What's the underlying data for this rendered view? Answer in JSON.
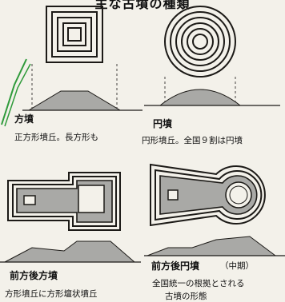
{
  "title": "主な古墳の種類",
  "panels": {
    "square": {
      "name": "方墳",
      "description": "正方形墳丘。長方形も"
    },
    "round": {
      "name": "円墳",
      "description": "円形墳丘。全国９割は円墳"
    },
    "square_rear": {
      "name": "前方後方墳",
      "description": "方形墳丘に方形壇状墳丘"
    },
    "keyhole": {
      "name": "前方後円墳",
      "period": "（中期）",
      "description": "全国統一の根拠とされる",
      "description2": "古墳の形態"
    }
  },
  "colors": {
    "ink": "#1c1a17",
    "fill": "#a9a9a6",
    "paper": "#f3f1ea",
    "accent_green": "#2e9a3a"
  }
}
